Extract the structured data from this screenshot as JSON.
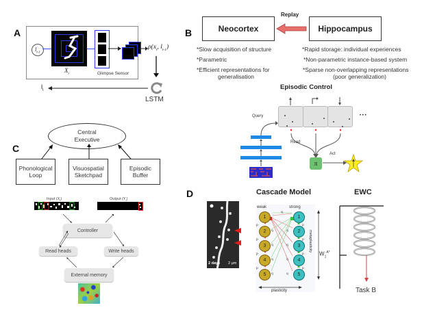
{
  "panels": {
    "A": {
      "letter": "A",
      "loc_label": "l",
      "loc_sub": "t-1",
      "image_label": "X",
      "image_sub": "t",
      "sensor_label": "Glimpse Sensor",
      "rho_label": "ρ(x",
      "rho_sub": "t",
      "rho_mid": ", l",
      "rho_sub2": "t-1",
      "rho_end": ")",
      "output_label": "l",
      "output_sub": "t",
      "lstm_label": "LSTM"
    },
    "B": {
      "letter": "B",
      "neocortex": "Neocortex",
      "hippocampus": "Hippocampus",
      "replay": "Replay",
      "neocortex_notes": [
        "*Slow acquisition of structure",
        "*Parametric",
        "*Efficient representations for",
        "generalisation"
      ],
      "hippocampus_notes": [
        "*Rapid storage: individual experiences",
        "*Non-parametric instance-based system",
        "*Sparse non-overlapping representations",
        "(poor generalization)"
      ],
      "episodic_title": "Episodic Control",
      "query": "Query",
      "read": "Read",
      "act": "Act",
      "pi": "π",
      "ellipsis": "• • •"
    },
    "C": {
      "letter": "C",
      "central": [
        "Central",
        "Executive"
      ],
      "phonological": [
        "Phonological",
        "Loop"
      ],
      "visuospatial": [
        "Visuospatial",
        "Sketchpad"
      ],
      "episodic": [
        "Episodic",
        "Buffer"
      ],
      "input_label": "Input (X",
      "input_sub": "t",
      "output_label": "Output (Y",
      "output_sub": "t",
      "controller": "Controller",
      "read_heads": "Read heads",
      "write_heads": "Write heads",
      "external_memory": "External memory"
    },
    "D": {
      "letter": "D",
      "micrograph_time": "2 days",
      "micrograph_scale": "2 μm",
      "cascade_title": "Cascade Model",
      "weak": "weak",
      "strong": "strong",
      "nodes": [
        "1",
        "2",
        "3",
        "4",
        "5"
      ],
      "plasticity": "plasticity",
      "metaplasticity": "metaplasticity",
      "ewc_title": "EWC",
      "w_label": "W",
      "w_sub": "1",
      "w_sup": "A*",
      "task_label": "Task B"
    }
  },
  "colors": {
    "blue": "#2a3cf0",
    "replay_arrow": "#e8706a",
    "bar_blue": "#1e88e5",
    "pi_green": "#6cc070",
    "star_yellow": "#ffee22",
    "weak_node": "#c8a828",
    "strong_node": "#3cc0c0",
    "red_arrow": "#d33"
  }
}
